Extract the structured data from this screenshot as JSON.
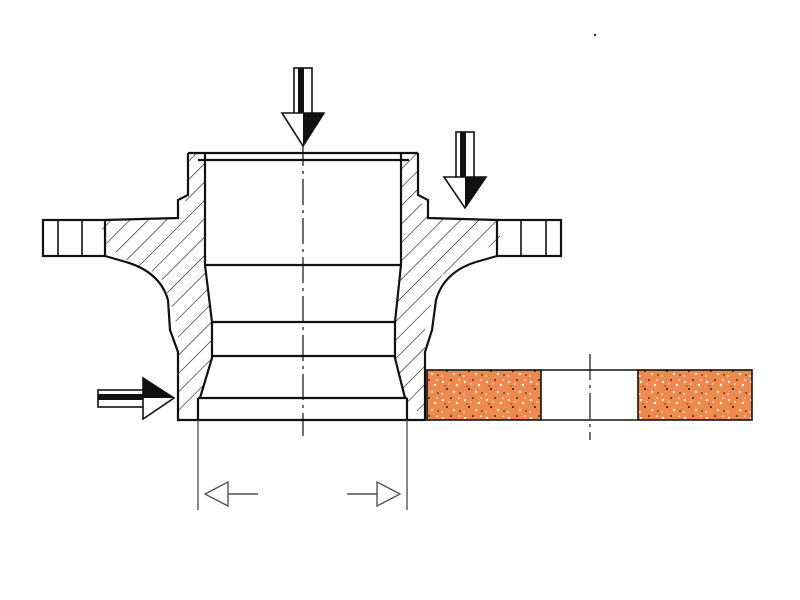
{
  "diagram": {
    "colors": {
      "line": "#111111",
      "grinding_wheel": "#ef8a4f",
      "grit_light": "#ffffff",
      "grit_dark": "#1b1b1b",
      "background": "#ffffff"
    },
    "components": [
      "flanged-bushing-section",
      "grinding-wheel-section",
      "clamping-force-arrow-top-center",
      "clamping-force-arrow-flange",
      "radial-force-arrow-left",
      "traverse-arrow-left",
      "traverse-arrow-right"
    ]
  }
}
